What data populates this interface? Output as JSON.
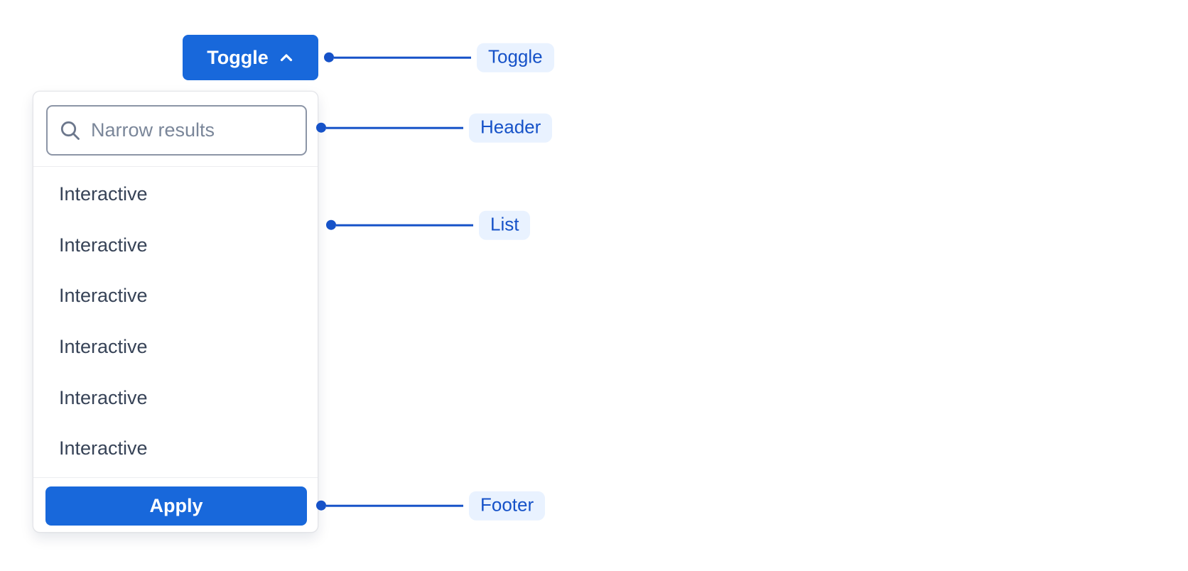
{
  "colors": {
    "primary_blue": "#1868DB",
    "annotation_blue": "#1652C8",
    "annotation_pill_bg": "#E9F2FF",
    "text_dark": "#374357",
    "placeholder_gray": "#7A8699",
    "input_border_gray": "#8C95A6",
    "panel_border": "#E4E5E9"
  },
  "toggle_button": {
    "label": "Toggle",
    "icon": "chevron-up-icon"
  },
  "dropdown": {
    "header": {
      "search_placeholder": "Narrow results",
      "search_value": "",
      "search_icon": "magnifier-icon"
    },
    "list": {
      "items": [
        {
          "label": "Interactive"
        },
        {
          "label": "Interactive"
        },
        {
          "label": "Interactive"
        },
        {
          "label": "Interactive"
        },
        {
          "label": "Interactive"
        },
        {
          "label": "Interactive"
        }
      ]
    },
    "footer": {
      "apply_label": "Apply"
    }
  },
  "annotations": [
    {
      "label": "Toggle"
    },
    {
      "label": "Header"
    },
    {
      "label": "List"
    },
    {
      "label": "Footer"
    }
  ]
}
